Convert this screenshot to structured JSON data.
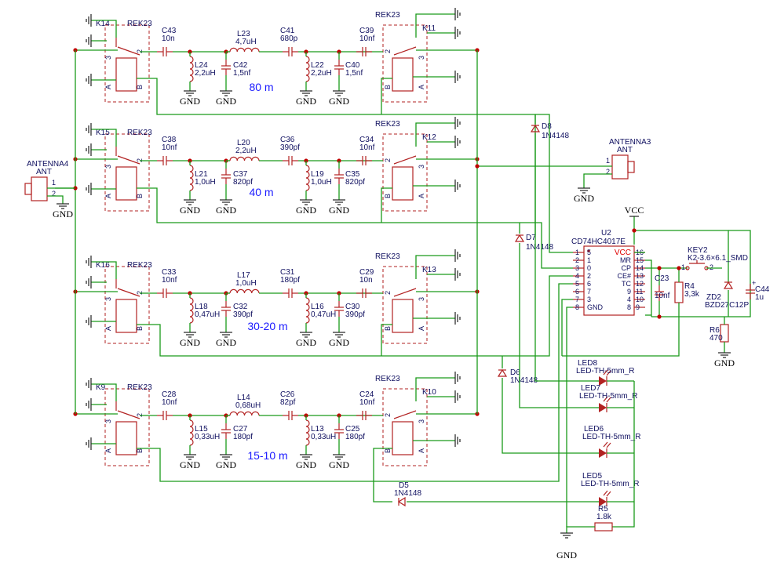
{
  "bands": [
    "80 m",
    "40 m",
    "30-20 m",
    "15-10 m"
  ],
  "gnd": "GND",
  "vcc": "VCC",
  "relay_type": "REK23",
  "relays_left": [
    "K14",
    "K15",
    "K16",
    "K9"
  ],
  "relays_right": [
    "K11",
    "K12",
    "K13",
    "K10"
  ],
  "relay_pins": {
    "a": "A",
    "b": "B",
    "three": "3",
    "two": "2"
  },
  "filters": [
    {
      "c_in": [
        "C43",
        "10n"
      ],
      "l1": [
        "L24",
        "2,2uH"
      ],
      "c1": [
        "C42",
        "1,5nf"
      ],
      "ls": [
        "L23",
        "4,7uH"
      ],
      "cs": [
        "C41",
        "680p"
      ],
      "l2": [
        "L22",
        "2,2uH"
      ],
      "c2": [
        "C40",
        "1,5nf"
      ],
      "c_out": [
        "C39",
        "10nf"
      ]
    },
    {
      "c_in": [
        "C38",
        "10nf"
      ],
      "l1": [
        "L21",
        "1,0uH"
      ],
      "c1": [
        "C37",
        "820pf"
      ],
      "ls": [
        "L20",
        "2,2uH"
      ],
      "cs": [
        "C36",
        "390pf"
      ],
      "l2": [
        "L19",
        "1,0uH"
      ],
      "c2": [
        "C35",
        "820pf"
      ],
      "c_out": [
        "C34",
        "10nf"
      ]
    },
    {
      "c_in": [
        "C33",
        "10nf"
      ],
      "l1": [
        "L18",
        "0,47uH"
      ],
      "c1": [
        "C32",
        "390pf"
      ],
      "ls": [
        "L17",
        "1,0uH"
      ],
      "cs": [
        "C31",
        "180pf"
      ],
      "l2": [
        "L16",
        "0,47uH"
      ],
      "c2": [
        "C30",
        "390pf"
      ],
      "c_out": [
        "C29",
        "10n"
      ]
    },
    {
      "c_in": [
        "C28",
        "10nf"
      ],
      "l1": [
        "L15",
        "0,33uH"
      ],
      "c1": [
        "C27",
        "180pf"
      ],
      "ls": [
        "L14",
        "0,68uH"
      ],
      "cs": [
        "C26",
        "82pf"
      ],
      "l2": [
        "L13",
        "0,33uH"
      ],
      "c2": [
        "C25",
        "180pf"
      ],
      "c_out": [
        "C24",
        "10nf"
      ]
    }
  ],
  "antenna_in": {
    "name": "ANTENNA4",
    "value": "ANT",
    "pin1": "1",
    "pin2": "2"
  },
  "antenna_out": {
    "name": "ANTENNA3",
    "value": "ANT",
    "pin1": "1",
    "pin2": "2"
  },
  "diodes": [
    {
      "ref": "D8",
      "value": "1N4148"
    },
    {
      "ref": "D7",
      "value": "1N4148"
    },
    {
      "ref": "D6",
      "value": "1N4148"
    },
    {
      "ref": "D5",
      "value": "1N4148"
    }
  ],
  "ic": {
    "ref": "U2",
    "value": "CD74HC4017E",
    "left_nums": [
      "1",
      "2",
      "3",
      "4",
      "5",
      "6",
      "7",
      "8"
    ],
    "left_names": [
      "5",
      "1",
      "0",
      "2",
      "6",
      "7",
      "3",
      "GND"
    ],
    "right_nums": [
      "16",
      "15",
      "14",
      "13",
      "12",
      "11",
      "10",
      "9"
    ],
    "right_names": [
      "VCC",
      "MR",
      "CP",
      "CE#",
      "TC",
      "9",
      "4",
      "8"
    ]
  },
  "c23": {
    "ref": "C23",
    "value": "10nf"
  },
  "r4": {
    "ref": "R4",
    "value": "3,3k"
  },
  "key": {
    "ref": "KEY2",
    "value": "K2-3.6×6.1_SMD",
    "pin1": "1",
    "pin2": "2"
  },
  "zd": {
    "ref": "ZD2",
    "value": "BZD27C12P"
  },
  "c44": {
    "ref": "C44",
    "value": "1u"
  },
  "r6": {
    "ref": "R6",
    "value": "470"
  },
  "r5": {
    "ref": "R5",
    "value": "1.8k"
  },
  "leds": [
    {
      "ref": "LED8",
      "value": "LED-TH-5mm_R"
    },
    {
      "ref": "LED7",
      "value": "LED-TH-5mm_R"
    },
    {
      "ref": "LED6",
      "value": "LED-TH-5mm_R"
    },
    {
      "ref": "LED5",
      "value": "LED-TH-5mm_R"
    }
  ]
}
